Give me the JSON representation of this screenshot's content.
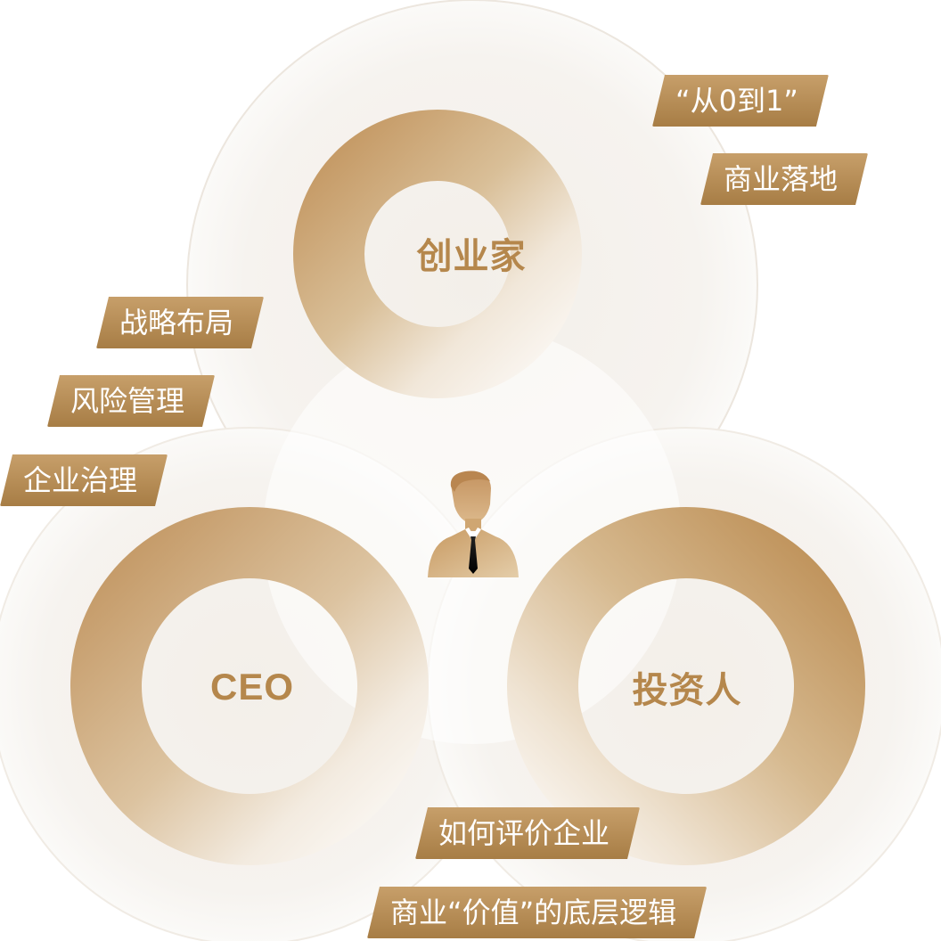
{
  "nodes": {
    "entrepreneur": {
      "label": "创业家"
    },
    "ceo": {
      "label": "CEO"
    },
    "investor": {
      "label": "投资人"
    }
  },
  "tags": {
    "entrepreneur": [
      "“从0到1”",
      "商业落地"
    ],
    "ceo": [
      "战略布局",
      "风险管理",
      "企业治理"
    ],
    "investor": [
      "如何评价企业",
      "商业“价值”的底层逻辑"
    ]
  },
  "center_icon": "businessman-icon",
  "colors": {
    "ring_gold": "#c29a63",
    "label_gold": "#b5874c",
    "tag_gold": "#b08648",
    "halo": "#f7f4f0"
  }
}
